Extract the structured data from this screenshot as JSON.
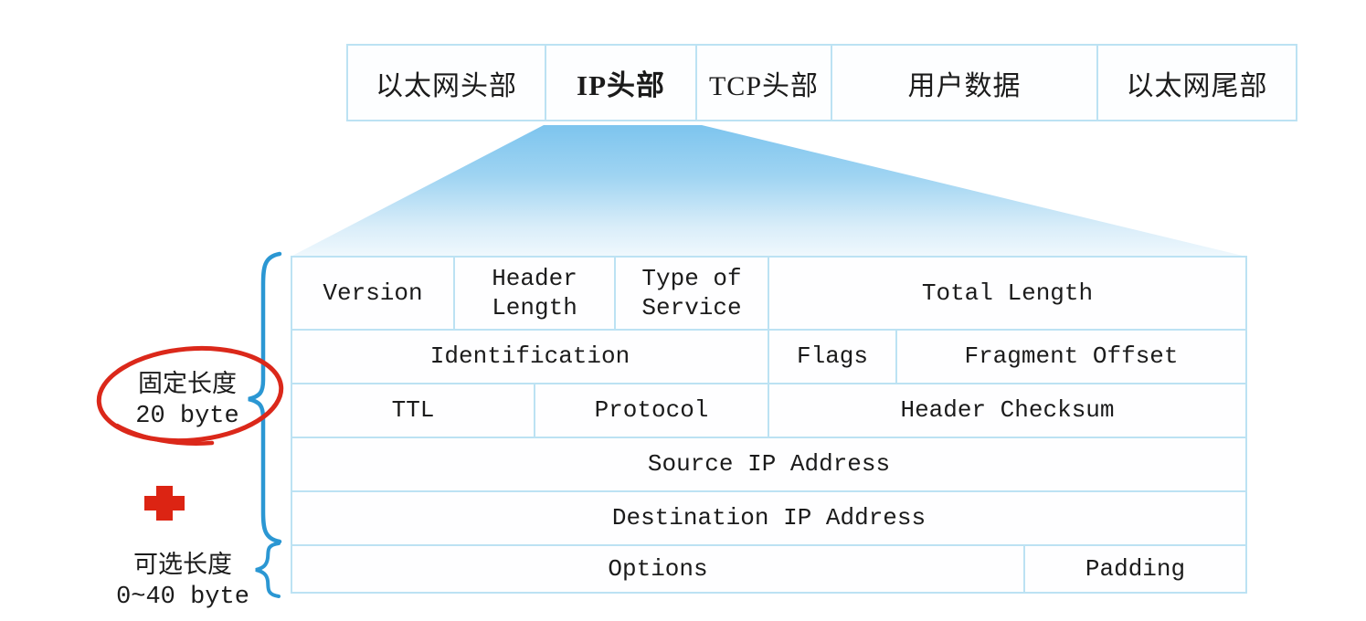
{
  "frame_row": {
    "cells": [
      {
        "label": "以太网头部"
      },
      {
        "label": "IP头部"
      },
      {
        "label": "TCP头部"
      },
      {
        "label": "用户数据"
      },
      {
        "label": "以太网尾部"
      }
    ]
  },
  "ip_table": {
    "rows": [
      {
        "cells": [
          {
            "label": "Version"
          },
          {
            "label": "Header Length"
          },
          {
            "label": "Type of Service"
          },
          {
            "label": "Total Length"
          }
        ]
      },
      {
        "cells": [
          {
            "label": "Identification"
          },
          {
            "label": "Flags"
          },
          {
            "label": "Fragment Offset"
          }
        ]
      },
      {
        "cells": [
          {
            "label": "TTL"
          },
          {
            "label": "Protocol"
          },
          {
            "label": "Header Checksum"
          }
        ]
      },
      {
        "cells": [
          {
            "label": "Source IP Address"
          }
        ]
      },
      {
        "cells": [
          {
            "label": "Destination IP Address"
          }
        ]
      },
      {
        "cells": [
          {
            "label": "Options"
          },
          {
            "label": "Padding"
          }
        ]
      }
    ]
  },
  "annotations": {
    "fixed_length": {
      "line1": "固定长度",
      "line2": "20 byte"
    },
    "optional_length": {
      "line1": "可选长度",
      "line2": "0~40 byte"
    }
  },
  "icons": {
    "plus": "red-plus-icon",
    "fixed_circle": "red-ellipse-annotation",
    "fixed_brace": "curly-brace-large",
    "optional_brace": "curly-brace-small"
  },
  "colors": {
    "table_border": "#BCE2F3",
    "brace_blue": "#2B97D3",
    "annotation_red": "#DB281A",
    "funnel_top": "#7CC4EE",
    "text": "#1B1B1B"
  }
}
